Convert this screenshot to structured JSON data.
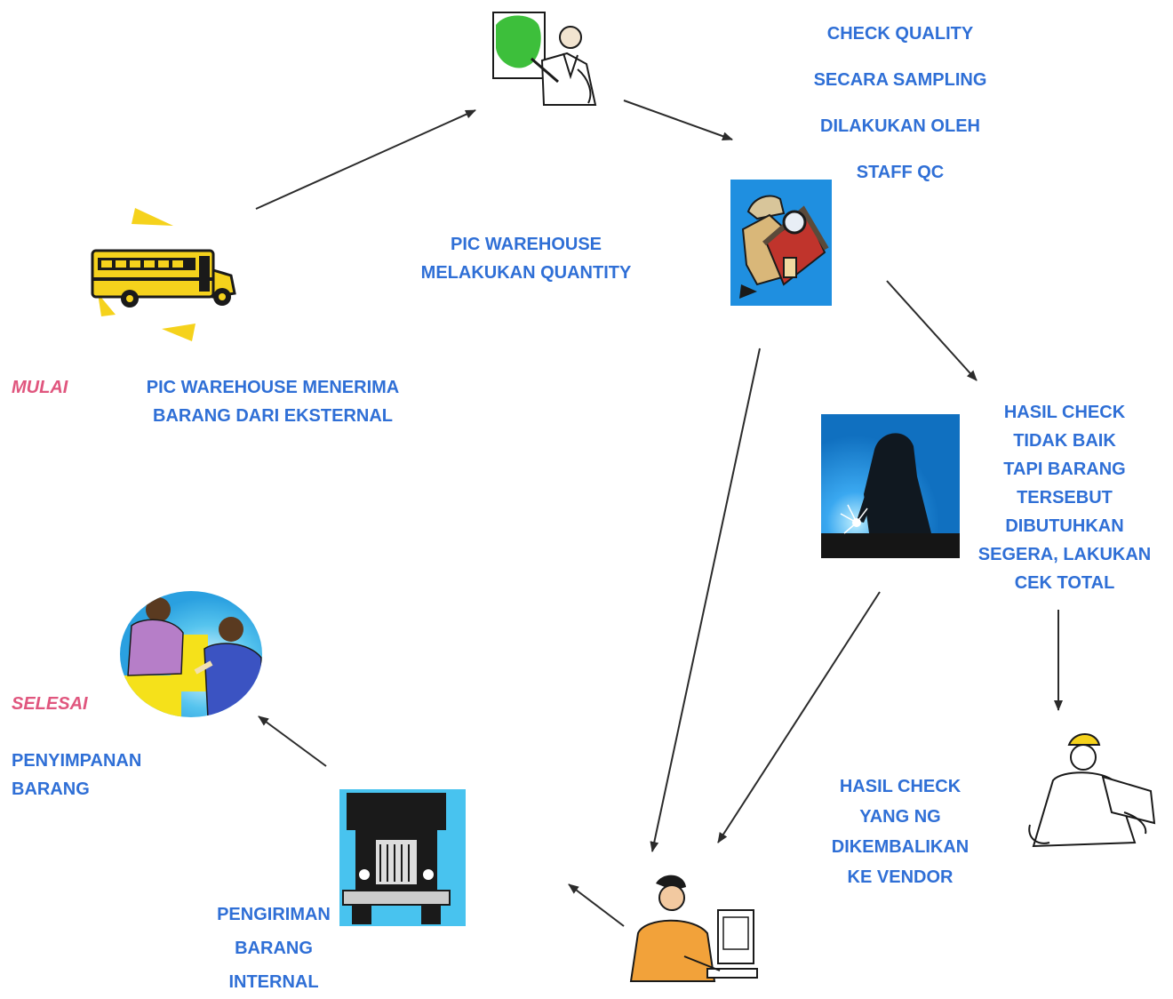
{
  "labels": {
    "mulai": "MULAI",
    "selesai": "SELESAI",
    "receive": [
      "PIC WAREHOUSE MENERIMA",
      "BARANG DARI EKSTERNAL"
    ],
    "quantity": [
      "PIC WAREHOUSE",
      "MELAKUKAN QUANTITY"
    ],
    "quality": [
      "CHECK QUALITY",
      "SECARA SAMPLING",
      "DILAKUKAN OLEH",
      "STAFF QC"
    ],
    "bad_result": [
      "HASIL CHECK",
      "TIDAK BAIK",
      "TAPI  BARANG",
      "TERSEBUT",
      "DIBUTUHKAN",
      "SEGERA, LAKUKAN",
      "CEK TOTAL"
    ],
    "ng_return": [
      "HASIL CHECK",
      "YANG NG",
      "DIKEMBALIKAN",
      "KE VENDOR"
    ],
    "internal_shipping": [
      "PENGIRIMAN",
      "BARANG",
      "INTERNAL"
    ],
    "storage": [
      "PENYIMPANAN",
      "BARANG"
    ]
  },
  "colors": {
    "label_blue": "#2f6fd6",
    "label_pink": "#e0567e",
    "arrow": "#2b2b2b",
    "bus_yellow": "#f5d21c",
    "photo_blue": "#1f8fe0"
  },
  "icons": [
    "school-bus-icon",
    "presenter-icon",
    "inspector-icon",
    "welder-icon",
    "engineer-icon",
    "office-worker-icon",
    "truck-icon",
    "handshake-icon"
  ]
}
